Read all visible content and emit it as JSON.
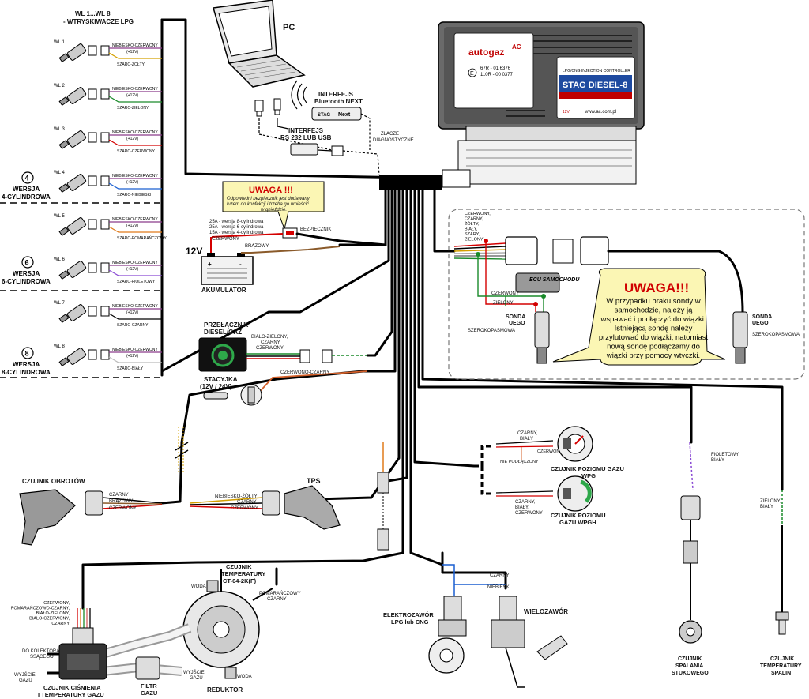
{
  "injectors": {
    "header_line1": "WL 1...WL 8",
    "header_line2": "- WTRYSKIWACZE LPG",
    "plus_text": "(+12V)",
    "common_wire": "NIEBIESKO-CZERWONY",
    "items": [
      {
        "id": "WL 1",
        "wire": "SZARO-ŻÓŁTY"
      },
      {
        "id": "WL 2",
        "wire": "SZARO-ZIELONY"
      },
      {
        "id": "WL 3",
        "wire": "SZARO-CZERWONY"
      },
      {
        "id": "WL 4",
        "wire": "SZARO-NIEBIESKI"
      },
      {
        "id": "WL 5",
        "wire": "SZARO-POMARAŃCZOWY"
      },
      {
        "id": "WL 6",
        "wire": "SZARO-FIOLETOWY"
      },
      {
        "id": "WL 7",
        "wire": "SZARO-CZARNY"
      },
      {
        "id": "WL 8",
        "wire": "SZARO-BIAŁY"
      }
    ],
    "versions": [
      {
        "num": "4",
        "line1": "WERSJA",
        "line2": "4-CYLINDROWA"
      },
      {
        "num": "6",
        "line1": "WERSJA",
        "line2": "6-CYLINDROWA"
      },
      {
        "num": "8",
        "line1": "WERSJA",
        "line2": "8-CYLINDROWA"
      }
    ]
  },
  "pc": {
    "label": "PC"
  },
  "interfaces": {
    "bt_line1": "INTERFEJS",
    "bt_line2": "Bluetooth NEXT",
    "rs_line1": "INTERFEJS",
    "rs_line2": "RS 232 LUB USB",
    "diag_line1": "ZŁĄCZE",
    "diag_line2": "DIAGNOSTYCZNE",
    "bt_device_brand": "STAG",
    "bt_device_text": "Next"
  },
  "controller": {
    "brand": "autogaz",
    "brand_ac": "AC",
    "cert1": "67R - 01 6376",
    "cert2": "110R - 00 0377",
    "emark": "E",
    "subtitle": "LPG/CNG INJECTION CONTROLLER",
    "model": "STAG DIESEL-8",
    "url": "www.ac.com.pl",
    "badge": "12V"
  },
  "uwaga_fuse": {
    "title": "UWAGA !!!",
    "text_lines": [
      "Odpowiedni bezpiecznik jest dodawany",
      "luzem do konfekcji i trzeba go umieścić",
      "w gnieździe."
    ]
  },
  "fuse": {
    "ratings": [
      "25A - wersja 8-cylindrowa",
      "25A - wersja 6-cylindrowa",
      "15A - wersja 4-cylindrowa"
    ],
    "label": "BEZPIECZNIK",
    "wire_red": "CZERWONY",
    "wire_brown": "BRĄZOWY"
  },
  "battery": {
    "voltage": "12V",
    "label": "AKUMULATOR",
    "plus": "+",
    "minus": "-"
  },
  "switch": {
    "title_line1": "PRZEŁĄCZNIK",
    "title_line2": "DIESEL/GAZ",
    "wires": [
      "BIAŁO-ZIELONY,",
      "CZARNY,",
      "CZERWONY"
    ],
    "wire_rb": "CZERWONO-CZARNY",
    "ignition_line1": "STACYJKA",
    "ignition_line2": "(12V / 24V)"
  },
  "rpm": {
    "title": "CZUJNIK OBROTÓW",
    "wires": [
      "CZARNY",
      "BRĄZOWY",
      "CZERWONY"
    ]
  },
  "tps": {
    "title": "TPS",
    "wires": [
      "NIEBIESKO-ŻÓŁTY",
      "CZARNY",
      "CZERWONY"
    ]
  },
  "lambda": {
    "wires": [
      "CZERWONY,",
      "CZARNY,",
      "ŻÓŁTY,",
      "BIAŁY,",
      "SZARY,",
      "ZIELONY"
    ],
    "ecu": "ECU SAMOCHODU",
    "wire_red": "CZERWONY",
    "wire_green": "ZIELONY",
    "left_line1": "SONDA",
    "left_line2": "UEGO",
    "left_line3": "SZEROKOPASMOWA",
    "right_line1": "SONDA",
    "right_line2": "UEGO",
    "right_line3": "SZEROKOPASMOWA",
    "warn_title": "UWAGA!!!",
    "warn_lines": [
      "W przypadku braku sondy w",
      "samochodzie, należy ją",
      "wspawać i podłączyć do wiązki.",
      "Istniejącą sondę należy",
      "przylutować do wiązki, natomiast",
      "nową sondę podłączamy do",
      "wiązki przy pomocy wtyczki."
    ]
  },
  "level": {
    "wires1": [
      "CZARNY,",
      "BIAŁY"
    ],
    "wire_red": "CZERWONY",
    "not_connected": "NIE PODŁĄCZONY",
    "sensor1_line1": "CZUJNIK POZIOMU GAZU",
    "sensor1_line2": "WPG",
    "wires2": [
      "CZARNY,",
      "BIAŁY,",
      "CZERWONY"
    ],
    "sensor2_line1": "CZUJNIK POZIOMU",
    "sensor2_line2": "GAZU  WPGH"
  },
  "knock": {
    "wires": [
      "FIOLETOWY,",
      "BIAŁY"
    ],
    "title_line1": "CZUJNIK",
    "title_line2": "SPALANIA",
    "title_line3": "STUKOWEGO"
  },
  "exhaust": {
    "wires": [
      "ZIELONY,",
      "BIAŁY"
    ],
    "title_line1": "CZUJNIK",
    "title_line2": "TEMPERATURY",
    "title_line3": "SPALIN"
  },
  "valves": {
    "wire_black": "CZARNY",
    "wire_blue": "NIEBIESKI",
    "solenoid_line1": "ELEKTROZAWÓR",
    "solenoid_line2": "LPG lub CNG",
    "multivalve": "WIELOZAWÓR"
  },
  "temp_sensor": {
    "title_line1": "CZUJNIK",
    "title_line2": "TEMPERATURY",
    "title_line3": "CT-04-2K(F)",
    "wires": [
      "POMARAŃCZOWY",
      "CZARNY"
    ],
    "water_top": "WODA",
    "water_bottom": "WODA",
    "gas_out_line1": "WYJŚCIE",
    "gas_out_line2": "GAZU",
    "reducer": "REDUKTOR"
  },
  "map": {
    "wires": [
      "CZERWONY,",
      "POMARAŃCZOWO-CZARNY,",
      "BIAŁO-ZIELONY,",
      "BIAŁO-CZERWONY,",
      "CZARNY"
    ],
    "to_manifold_line1": "DO KOLEKTORA",
    "to_manifold_line2": "SSĄCEGO",
    "gas_out_line1": "WYJŚCIE",
    "gas_out_line2": "GAZU",
    "title_line1": "CZUJNIK CIŚNIENIA",
    "title_line2": "I TEMPERATURY GAZU",
    "filter_line1": "FILTR",
    "filter_line2": "GAZU"
  },
  "colors": {
    "red": "#d40000",
    "warn_yellow": "#fbf6b4",
    "green": "#1a8a2a",
    "blue": "#1a5fd1",
    "orange": "#e07a1a",
    "brown": "#8a5a2a"
  }
}
